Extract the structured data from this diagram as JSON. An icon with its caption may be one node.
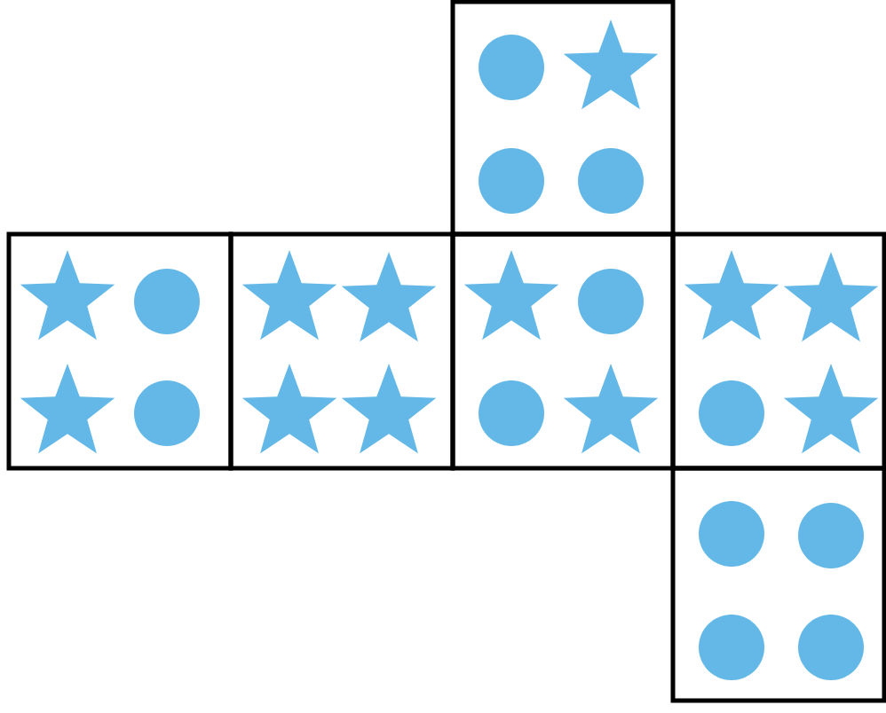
{
  "diagram": {
    "nodes": [
      {
        "text": [],
        "shape": "box"
      },
      {
        "text": [],
        "shape": "circle",
        "in": 0
      },
      {
        "text": [],
        "shape": "star",
        "in": 0
      },
      {
        "text": [],
        "shape": "circle",
        "in": 0
      },
      {
        "text": [],
        "shape": "circle",
        "in": 0
      },
      {
        "text": [],
        "shape": "box"
      },
      {
        "text": [],
        "shape": "star",
        "in": 5
      },
      {
        "text": [],
        "shape": "circle",
        "in": 5
      },
      {
        "text": [],
        "shape": "star",
        "in": 5
      },
      {
        "text": [],
        "shape": "circle",
        "in": 5
      },
      {
        "text": [],
        "shape": "box"
      },
      {
        "text": [],
        "shape": "star",
        "in": 10
      },
      {
        "text": [],
        "shape": "star",
        "in": 10
      },
      {
        "text": [],
        "shape": "star",
        "in": 10
      },
      {
        "text": [],
        "shape": "star",
        "in": 10
      },
      {
        "text": [],
        "shape": "box"
      },
      {
        "text": [],
        "shape": "star",
        "in": 15
      },
      {
        "text": [],
        "shape": "circle",
        "in": 15
      },
      {
        "text": [],
        "shape": "circle",
        "in": 15
      },
      {
        "text": [],
        "shape": "star",
        "in": 15
      },
      {
        "text": [],
        "shape": "box"
      },
      {
        "text": [],
        "shape": "star",
        "in": 20
      },
      {
        "text": [],
        "shape": "star",
        "in": 20
      },
      {
        "text": [],
        "shape": "circle",
        "in": 20
      },
      {
        "text": [],
        "shape": "star",
        "in": 20
      },
      {
        "text": [],
        "shape": "box"
      },
      {
        "text": [],
        "shape": "circle",
        "in": 25
      },
      {
        "text": [],
        "shape": "circle",
        "in": 25
      },
      {
        "text": [],
        "shape": "circle",
        "in": 25
      },
      {
        "text": [],
        "shape": "circle",
        "in": 25
      }
    ]
  }
}
